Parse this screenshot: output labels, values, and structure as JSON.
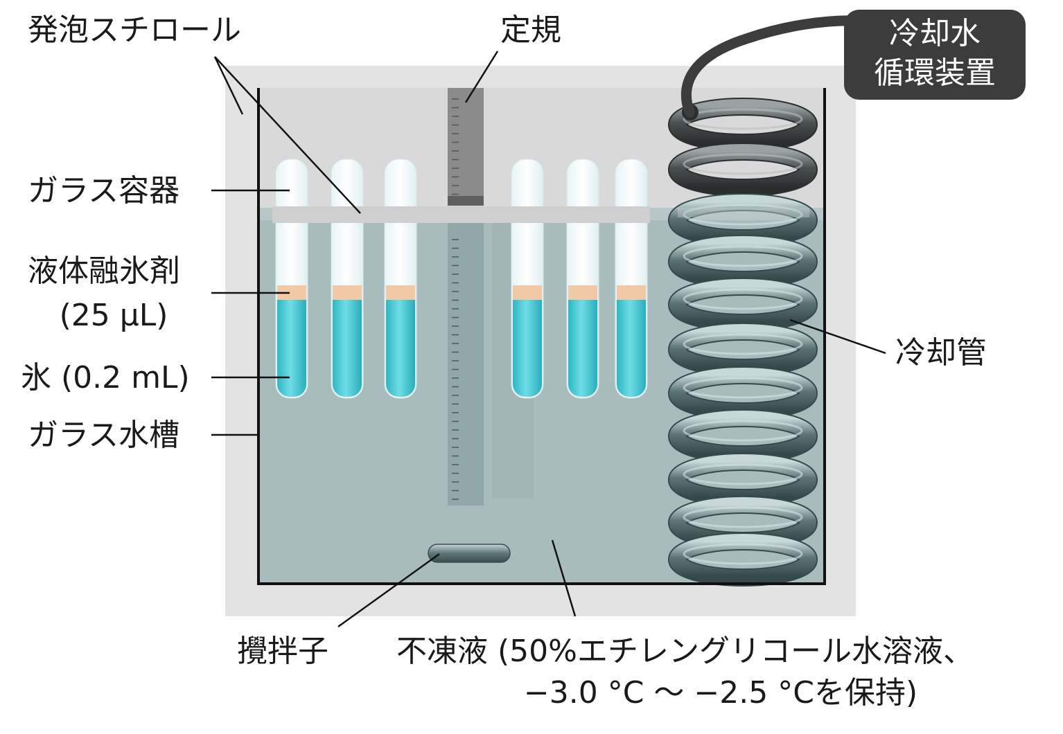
{
  "labels": {
    "styrofoam": "発泡スチロール",
    "ruler": "定規",
    "glass_container": "ガラス容器",
    "antifreeze_agent_line1": "液体融氷剤",
    "antifreeze_agent_line2": "(25 µL)",
    "ice": "氷 (0.2 mL)",
    "glass_tank": "ガラス水槽",
    "cooling_device_line1": "冷却水",
    "cooling_device_line2": "循環装置",
    "cooling_pipe": "冷却管",
    "stirrer": "攪拌子",
    "coolant_line1": "不凍液 (50%エチレングリコール水溶液、",
    "coolant_line2": "−3.0 °C ～ −2.5 °Cを保持)"
  },
  "colors": {
    "styrofoam": "#e3e3e3",
    "tank_liquid": "#a8bcbe",
    "ice": "#3fc6d2",
    "antifreeze_band": "#f1c9a5",
    "coil": "#5f7679",
    "device_box": "#3c3c3c",
    "ruler": "#8b8b8b"
  }
}
